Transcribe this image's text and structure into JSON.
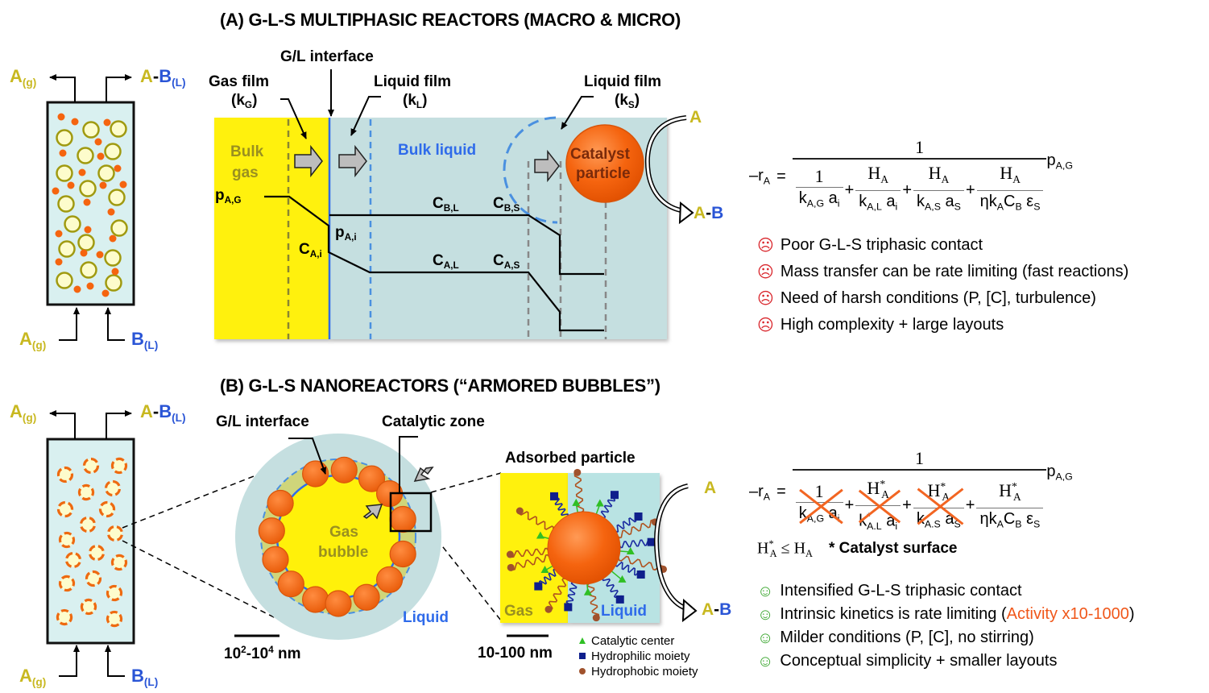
{
  "panel_a": {
    "title": "(A) G-L-S MULTIPHASIC REACTORS (MACRO & MICRO)",
    "reactor": {
      "out_gas": {
        "main": "A",
        "sub": "(g)"
      },
      "out_product": {
        "a": "A",
        "dash": "-",
        "b": "B",
        "sub": "(L)"
      },
      "in_gas": {
        "main": "A",
        "sub": "(g)"
      },
      "in_liquid": {
        "main": "B",
        "sub": "(L)"
      }
    },
    "film": {
      "gl_interface": "G/L interface",
      "gas_film": "Gas film",
      "gas_film_k": {
        "main": "(k",
        "sub": "G",
        "end": ")"
      },
      "liquid_film": "Liquid film",
      "liquid_film_k": {
        "main": "(k",
        "sub": "L",
        "end": ")"
      },
      "liquid_film_s": "Liquid film",
      "liquid_film_s_k": {
        "main": "(k",
        "sub": "S",
        "end": ")"
      },
      "bulk_gas_1": "Bulk",
      "bulk_gas_2": "gas",
      "bulk_liquid": "Bulk liquid",
      "catalyst_1": "Catalyst",
      "catalyst_2": "particle",
      "react_in": "A",
      "react_out_a": "A",
      "react_out_dash": "-",
      "react_out_b": "B",
      "p_ag": {
        "main": "p",
        "sub": "A,G"
      },
      "p_ai": {
        "main": "p",
        "sub": "A,i"
      },
      "c_ai": {
        "main": "C",
        "sub": "A,i"
      },
      "c_bl": {
        "main": "C",
        "sub": "B,L"
      },
      "c_bs": {
        "main": "C",
        "sub": "B,S"
      },
      "c_al": {
        "main": "C",
        "sub": "A,L"
      },
      "c_as": {
        "main": "C",
        "sub": "A,S"
      }
    },
    "equation": {
      "lhs": "–r",
      "lhs_sub": "A",
      "eq": "=",
      "numerator": "1",
      "terms": [
        {
          "num": "1",
          "num_sub": "",
          "num_sup": "",
          "den_main": "k",
          "den_sub": "A,G",
          "den_tail": " a",
          "den_tail_sub": "i",
          "den_star": ""
        },
        {
          "num": "H",
          "num_sub": "A",
          "num_sup": "",
          "den_main": "k",
          "den_sub": "A,L",
          "den_tail": " a",
          "den_tail_sub": "i",
          "den_star": ""
        },
        {
          "num": "H",
          "num_sub": "A",
          "num_sup": "",
          "den_main": "k",
          "den_sub": "A,S",
          "den_tail": " a",
          "den_tail_sub": "S",
          "den_star": ""
        },
        {
          "num": "H",
          "num_sub": "A",
          "num_sup": "",
          "den_main": "ηk",
          "den_sub": "A",
          "den_tail": "C",
          "den_tail_sub": "B",
          "den_extra": " ε",
          "den_extra_sub": "S"
        }
      ],
      "plus": "+",
      "rhs": "p",
      "rhs_sub": "A,G"
    },
    "bullets": [
      "Poor G-L-S triphasic contact",
      "Mass transfer can be rate limiting (fast reactions)",
      "Need of harsh conditions (P, [C], turbulence)",
      "High complexity + large layouts"
    ],
    "bullet_icon": "☹"
  },
  "panel_b": {
    "title": "(B) G-L-S NANOREACTORS (“ARMORED BUBBLES”)",
    "reactor": {
      "out_gas": {
        "main": "A",
        "sub": "(g)"
      },
      "out_product": {
        "a": "A",
        "dash": "-",
        "b": "B",
        "sub": "(L)"
      },
      "in_gas": {
        "main": "A",
        "sub": "(g)"
      },
      "in_liquid": {
        "main": "B",
        "sub": "(L)"
      }
    },
    "bubble": {
      "gl_interface": "G/L interface",
      "catalytic_zone": "Catalytic zone",
      "gas_1": "Gas",
      "gas_2": "bubble",
      "liquid": "Liquid",
      "scale": {
        "a": "10",
        "a_sup": "2",
        "mid": "-10",
        "b_sup": "4",
        "unit": " nm"
      }
    },
    "particle": {
      "title": "Adsorbed particle",
      "gas": "Gas",
      "liquid": "Liquid",
      "scale": "10-100 nm",
      "react_in": "A",
      "react_out_a": "A",
      "react_out_dash": "-",
      "react_out_b": "B"
    },
    "legend": [
      {
        "label": "Catalytic center",
        "color": "#2fbf24",
        "shape": "triangle"
      },
      {
        "label": "Hydrophilic moiety",
        "color": "#0f1f8c",
        "shape": "square"
      },
      {
        "label": "Hydrophobic moiety",
        "color": "#a0522d",
        "shape": "circle"
      }
    ],
    "equation": {
      "lhs": "–r",
      "lhs_sub": "A",
      "eq": "=",
      "numerator": "1",
      "plus": "+",
      "rhs": "p",
      "rhs_sub": "A,G",
      "star": "*",
      "t1_num": "1",
      "t1_den": "k",
      "t1_den_sub": "A,G",
      "t1_den_tail": " a",
      "t1_den_tail_sub": "i",
      "t2_num": "H",
      "t2_num_sub": "A",
      "t2_den": "k",
      "t2_den_sub": "A.L",
      "t2_den_tail": " a",
      "t2_den_tail_sub": "i",
      "t3_num": "H",
      "t3_num_sub": "A",
      "t3_den": "k",
      "t3_den_sub": "A.S",
      "t3_den_tail": " a",
      "t3_den_tail_sub": "S",
      "t4_num": "H",
      "t4_num_sub": "A",
      "t4_den": "ηk",
      "t4_den_sub": "A",
      "t4_den_tail": "C",
      "t4_den_tail_sub": "B",
      "t4_den_extra": " ε",
      "t4_den_extra_sub": "S",
      "note_lhs": "H",
      "note_sub": "A",
      "note_le": " ≤ H",
      "note_rhs_sub": "A",
      "note": "* Catalyst surface"
    },
    "bullets": [
      {
        "text": "Intensified G-L-S triphasic contact",
        "highlight": ""
      },
      {
        "text": "Intrinsic kinetics is rate limiting (",
        "highlight": "Activity x10-1000",
        "tail": ")"
      },
      {
        "text": "Milder conditions (P, [C], no stirring)",
        "highlight": ""
      },
      {
        "text": "Conceptual simplicity + smaller layouts",
        "highlight": ""
      }
    ],
    "bullet_icon": "☺"
  },
  "colors": {
    "gas_yellow": "#fff10a",
    "liquid_teal": "#c5dfe0",
    "reactor_fill": "#d9f0f0",
    "catalyst_orange": "#f5640f",
    "reactant_A": "#c8b820",
    "reactant_B": "#2a55d6",
    "interface_blue": "#2f6bea",
    "bulk_gas_text": "#9a9020",
    "sad": "#d9262c",
    "happy": "#3aa62e",
    "highlight": "#f0571a"
  }
}
